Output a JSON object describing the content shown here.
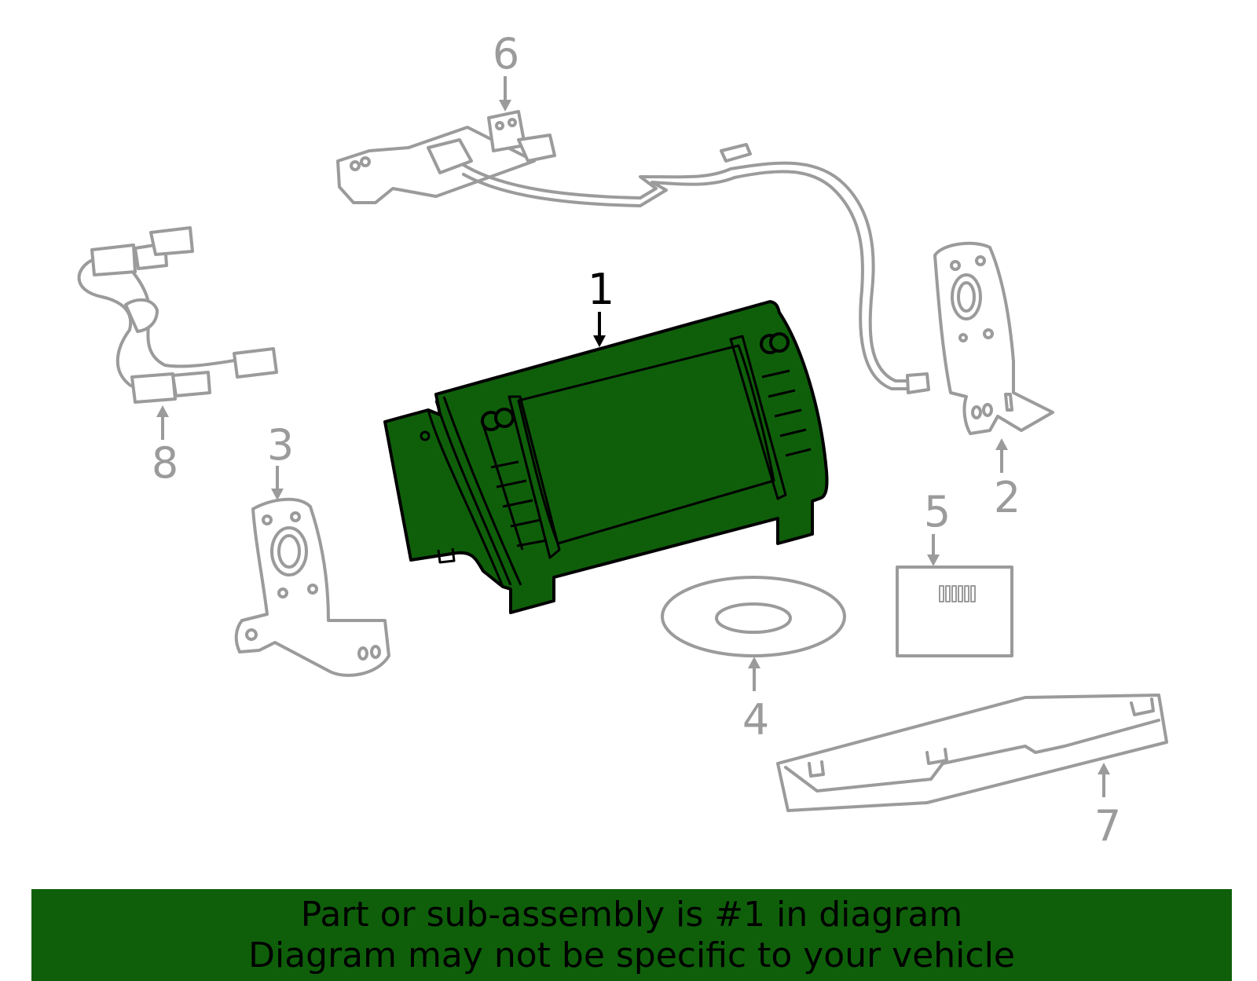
{
  "diagram": {
    "callouts": [
      {
        "id": "1",
        "label": "1",
        "highlighted": true
      },
      {
        "id": "2",
        "label": "2"
      },
      {
        "id": "3",
        "label": "3"
      },
      {
        "id": "4",
        "label": "4"
      },
      {
        "id": "5",
        "label": "5"
      },
      {
        "id": "6",
        "label": "6"
      },
      {
        "id": "7",
        "label": "7"
      },
      {
        "id": "8",
        "label": "8"
      }
    ],
    "highlight_color": "#0f5f0a",
    "line_color": "#9b9b9b"
  },
  "banner": {
    "line1": "Part or sub-assembly is #1 in diagram",
    "line2": "Diagram may not be specific to your vehicle",
    "background": "#0f5f0a"
  }
}
